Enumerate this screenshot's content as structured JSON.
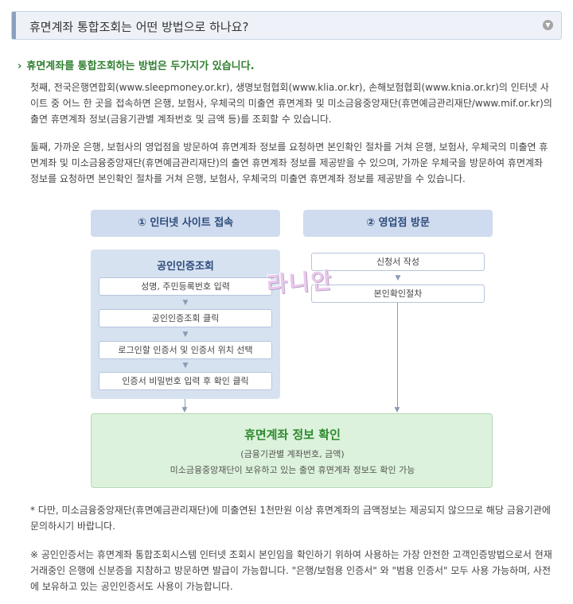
{
  "faq": {
    "question": "휴면계좌 통합조회는 어떤 방법으로 하나요?",
    "toggle_icon": "chevron-down-icon"
  },
  "answer": {
    "headline": "휴면계좌를 통합조회하는 방법은 두가지가 있습니다.",
    "paragraph1": "첫째, 전국은행연합회(www.sleepmoney.or.kr), 생명보험협회(www.klia.or.kr), 손해보험협회(www.knia.or.kr)의 인터넷 사이트 중 어느 한 곳을 접속하면 은행, 보험사, 우체국의 미출연 휴면계좌 및 미소금융중앙재단(휴면예금관리재단/www.mif.or.kr)의 출연 휴면계좌 정보(금융기관별 계좌번호 및 금액 등)를 조회할 수 있습니다.",
    "paragraph2": "둘째, 가까운 은행, 보험사의 영업점을 방문하여 휴면계좌 정보를 요청하면 본인확인 절차를 거쳐 은행, 보험사, 우체국의 미출연 휴면계좌 및 미소금융중앙재단(휴면예금관리재단)의 출연 휴면계좌 정보를 제공받을 수 있으며, 가까운 우체국을 방문하여 휴면계좌 정보를 요청하면 본인확인 절차를 거쳐 은행, 보험사, 우체국의 미출연 휴면계좌 정보를 제공받을 수 있습니다.",
    "note1": "* 다만, 미소금융중앙재단(휴면예금관리재단)에 미출연된 1천만원 이상 휴면계좌의 금액정보는 제공되지 않으므로 해당 금융기관에 문의하시기 바랍니다.",
    "note2": "※ 공인인증서는 휴면계좌 통합조회시스템 인터넷 조회시 본인임을 확인하기 위하여 사용하는 가장 안전한 고객인증방법으로서 현재 거래중인 은행에 신분증을 지참하고 방문하면 발급이 가능합니다. \"은행/보험용 인증서\" 와 \"범용 인증서\" 모두 사용 가능하며, 사전에 보유하고 있는 공인인증서도 사용이 가능합니다."
  },
  "diagram": {
    "online": {
      "heading": "① 인터넷 사이트 접속",
      "panel_title": "공인인증조회",
      "steps": [
        "성명, 주민등록번호 입력",
        "공인인증조회 클릭",
        "로그인할 인증서 및 인증서 위치 선택",
        "인증서 비밀번호 입력 후 확인 클릭"
      ]
    },
    "branch": {
      "heading": "② 영업점 방문",
      "steps": [
        "신청서 작성",
        "본인확인절차"
      ]
    },
    "result": {
      "title": "휴면계좌 정보 확인",
      "subtitle": "(금융기관별 계좌번호, 금액)",
      "detail": "미소금융중앙재단이 보유하고 있는 출연 휴면계좌 정보도 확인 가능"
    },
    "watermark": "라니안",
    "colors": {
      "header_bg": "#cfdbee",
      "result_bg": "#dcf2dc",
      "result_text": "#2f8a2f",
      "headline": "#2f7f2f"
    }
  }
}
